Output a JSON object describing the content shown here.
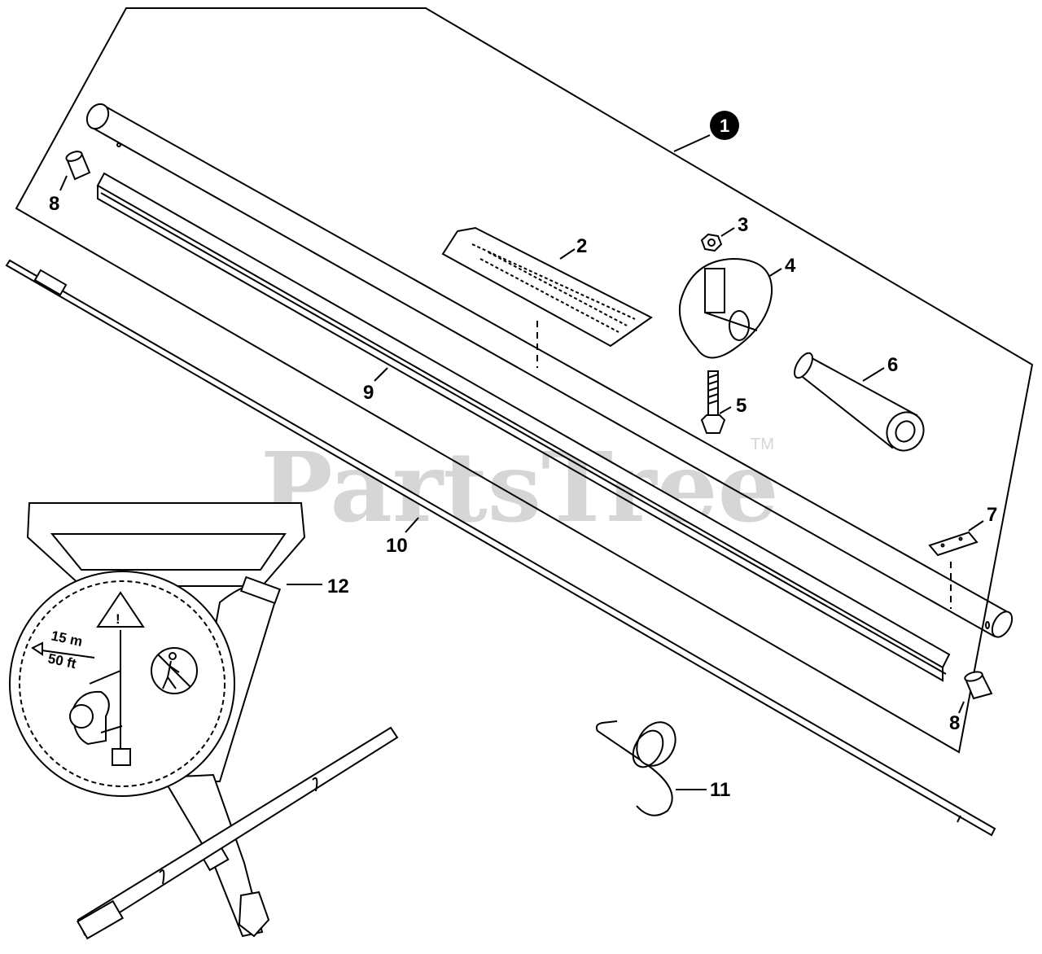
{
  "watermark": {
    "text": "PartsTree",
    "trademark": "TM"
  },
  "assembly_callout": "1",
  "callouts": {
    "p2": "2",
    "p3": "3",
    "p4": "4",
    "p5": "5",
    "p6": "6",
    "p7": "7",
    "p8a": "8",
    "p8b": "8",
    "p9": "9",
    "p10": "10",
    "p11": "11",
    "p12": "12"
  },
  "harness_sign": {
    "distance_m": "15 m",
    "distance_ft": "50 ft"
  }
}
